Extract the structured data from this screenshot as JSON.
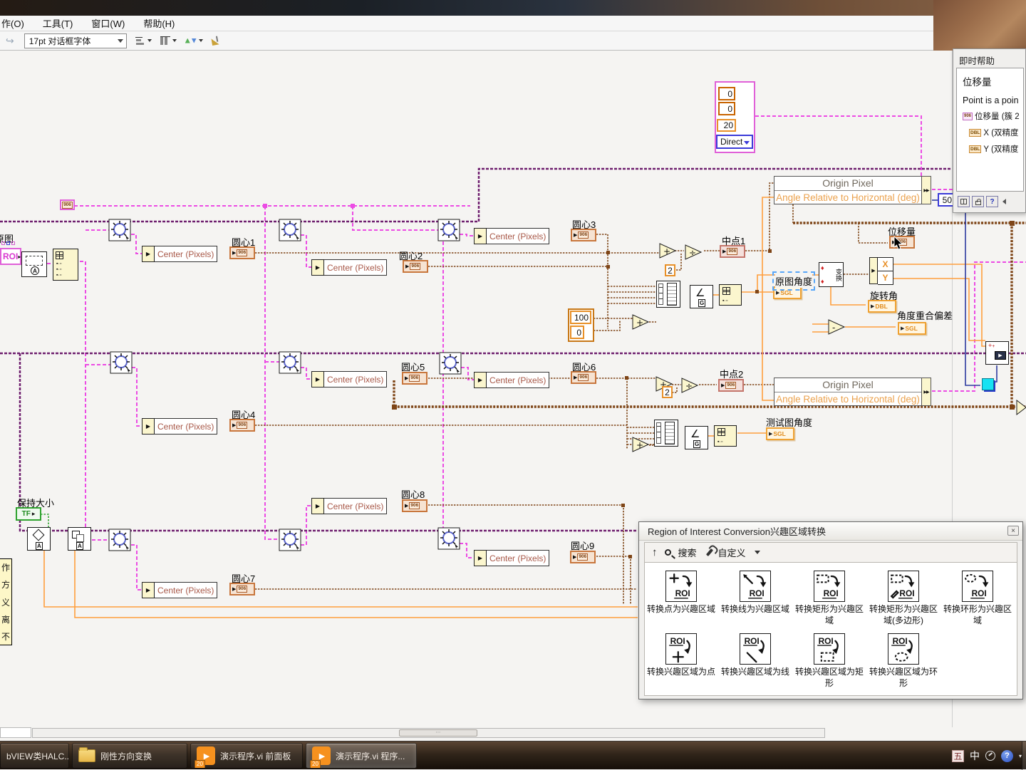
{
  "menu_bar": {
    "items": [
      {
        "label": "作(O)"
      },
      {
        "label": "工具(T)"
      },
      {
        "label": "窗口(W)"
      },
      {
        "label": "帮助(H)"
      }
    ]
  },
  "toolbar": {
    "font_selector": "17pt 对话框字体"
  },
  "context_help": {
    "title": "即时帮助",
    "heading": "位移量",
    "body": "Point is a poin",
    "rows": [
      {
        "badge": "906",
        "label": "位移量 (簇 2"
      },
      {
        "badge": "DBL",
        "label": "X (双精度"
      },
      {
        "badge": "DBL",
        "label": "Y (双精度"
      }
    ],
    "help_button_label": "?"
  },
  "diagram": {
    "cluster_constant": {
      "v1": "0",
      "v2": "0",
      "v3": "20",
      "ring": "Direct"
    },
    "origin_node": {
      "row1": "Origin Pixel",
      "row2": "Angle Relative to Horizontal (deg)"
    },
    "center_node_label": "Center (Pixels)",
    "glyph_cluster": "906",
    "circle_labels": [
      "圆心1",
      "圆心2",
      "圆心3",
      "圆心4",
      "圆心5",
      "圆心6",
      "圆心7",
      "圆心8",
      "圆心9"
    ],
    "midpoint_labels": [
      "中点1",
      "中点2"
    ],
    "free_labels": {
      "displacement": "位移量",
      "rotation_angle": "旋转角",
      "angle_overlap_offset": "角度重合偏差",
      "source_angle": "原图角度",
      "test_angle": "测试图角度",
      "keep_size": "保持大小",
      "source_image": "原图",
      "roi": "ROI"
    },
    "type_glyphs": {
      "sgl": "SGL",
      "dbl": "DBL",
      "tf": "TF",
      "x": "X",
      "y": "Y"
    },
    "constants": {
      "two_a": "2",
      "two_b": "2",
      "hundred": "100",
      "zero": "0",
      "fifty": "50"
    },
    "transform_vi_label": "变换",
    "icon_glyphs": {
      "a": "A",
      "g": "G"
    },
    "ops": {
      "plus": "+",
      "divide": "÷",
      "minus": "-"
    },
    "comment_chars": [
      "作",
      "方",
      "义",
      "离",
      "不"
    ]
  },
  "palette": {
    "title": "Region of Interest Conversion兴趣区域转换",
    "search_label": "搜索",
    "customize_label": "自定义",
    "roi_label": "ROI",
    "row1": [
      {
        "label": "转换点为兴趣区域"
      },
      {
        "label": "转换线为兴趣区域"
      },
      {
        "label": "转换矩形为兴趣区域"
      },
      {
        "label": "转换矩形为兴趣区域(多边形)"
      },
      {
        "label": "转换环形为兴趣区域"
      }
    ],
    "row2": [
      {
        "label": "转换兴趣区域为点"
      },
      {
        "label": "转换兴趣区域为线"
      },
      {
        "label": "转换兴趣区域为矩形"
      },
      {
        "label": "转换兴趣区域为环形"
      }
    ]
  },
  "taskbar": {
    "buttons": [
      {
        "label": "bVIEW类HALC..."
      },
      {
        "label": "刚性方向变换"
      },
      {
        "label": "演示程序.vi 前面板",
        "badge": "20"
      },
      {
        "label": "演示程序.vi 程序...",
        "badge": "20"
      }
    ],
    "tray": {
      "ime_wubi": "五",
      "ime_lang": "中"
    }
  }
}
